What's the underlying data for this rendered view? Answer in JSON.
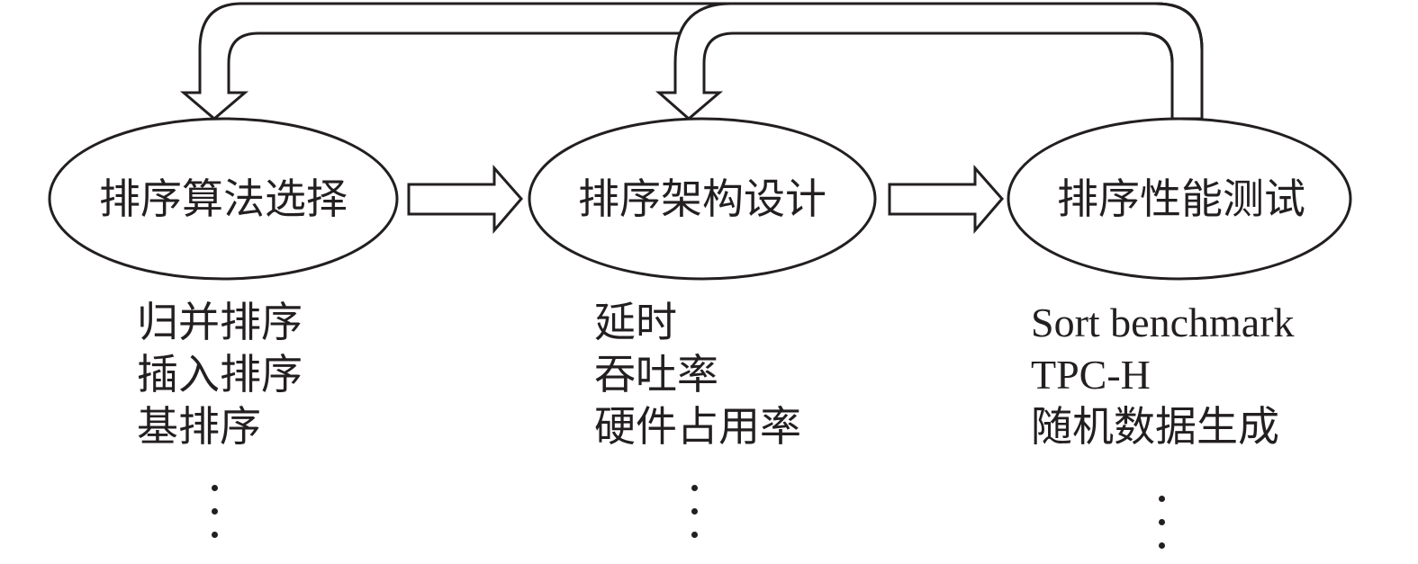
{
  "diagram": {
    "title": "",
    "nodes": [
      {
        "id": "algo",
        "label": "排序算法选择"
      },
      {
        "id": "arch",
        "label": "排序架构设计"
      },
      {
        "id": "test",
        "label": "排序性能测试"
      }
    ],
    "edges": [
      {
        "from": "algo",
        "to": "arch",
        "type": "forward"
      },
      {
        "from": "arch",
        "to": "test",
        "type": "forward"
      },
      {
        "from": "test",
        "to": "algo",
        "type": "feedback"
      },
      {
        "from": "test",
        "to": "arch",
        "type": "feedback"
      }
    ],
    "lists": [
      {
        "node": "algo",
        "items": [
          "归并排序",
          "插入排序",
          "基排序"
        ],
        "more": "⋮"
      },
      {
        "node": "arch",
        "items": [
          "延时",
          "吞吐率",
          "硬件占用率"
        ],
        "more": "⋮"
      },
      {
        "node": "test",
        "items": [
          "Sort benchmark",
          "TPC-H",
          "随机数据生成"
        ],
        "more": "⋮"
      }
    ]
  }
}
